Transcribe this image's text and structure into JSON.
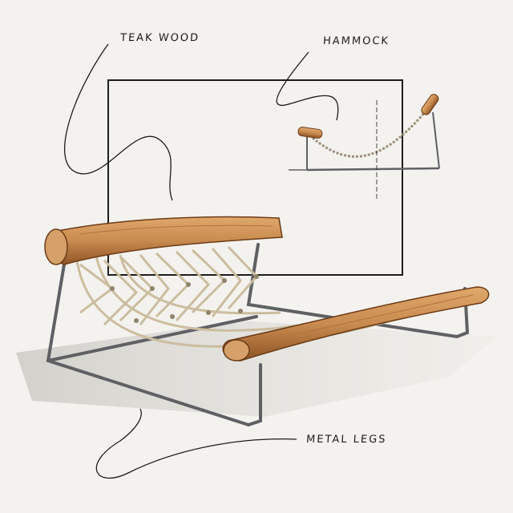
{
  "annotations": {
    "teak_wood": "TEAK WOOD",
    "hammock": "HAMMOCK",
    "metal_legs": "METAL LEGS"
  },
  "colors": {
    "paper": "#f4f2ee",
    "ink": "#1c1c1c",
    "teak": "#c98b4f",
    "teak_dark": "#8e5426",
    "rope": "#d9cdb5",
    "metal": "#5f6064"
  }
}
